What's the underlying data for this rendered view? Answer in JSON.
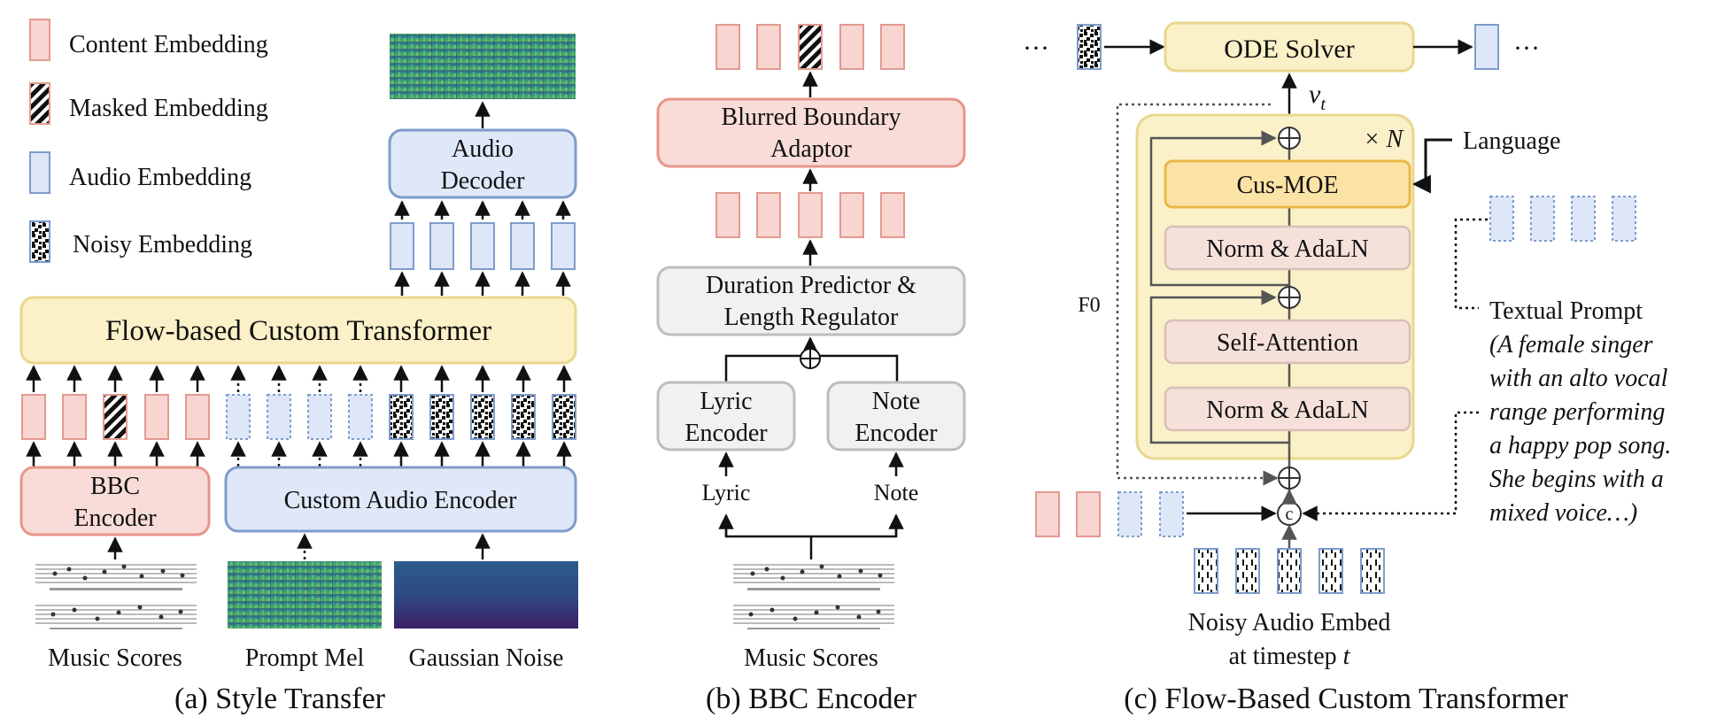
{
  "colors": {
    "content_fill": "#f8d5d0",
    "content_stroke": "#e39a90",
    "audio_fill": "#dde7f8",
    "audio_stroke": "#7e9ccc",
    "flow_fill": "#fbf1c8",
    "flow_stroke": "#e8d78f",
    "bbc_fill": "#f9dcd7",
    "bbc_stroke": "#e8958a",
    "custom_fill": "#dfe8f8",
    "custom_stroke": "#7f9bcb",
    "gray_fill": "#f1f1f1",
    "gray_stroke": "#bdbdbd",
    "moe_fill": "#fbe3a6",
    "moe_stroke": "#e8b84a",
    "norm_fill": "#f6e1da",
    "norm_stroke": "#d8bfb6"
  },
  "legend": {
    "content": "Content Embedding",
    "masked": "Masked Embedding",
    "audio": "Audio Embedding",
    "noisy": "Noisy Embedding"
  },
  "panel_a": {
    "caption": "(a) Style Transfer",
    "flow_transformer": "Flow-based Custom Transformer",
    "audio_decoder_line1": "Audio",
    "audio_decoder_line2": "Decoder",
    "bbc_line1": "BBC",
    "bbc_line2": "Encoder",
    "custom_audio_encoder": "Custom Audio Encoder",
    "input_music": "Music Scores",
    "input_prompt": "Prompt Mel",
    "input_noise": "Gaussian Noise"
  },
  "panel_b": {
    "caption": "(b) BBC Encoder",
    "adaptor_line1": "Blurred Boundary",
    "adaptor_line2": "Adaptor",
    "duration_line1": "Duration Predictor &",
    "duration_line2": "Length Regulator",
    "lyric_enc_line1": "Lyric",
    "lyric_enc_line2": "Encoder",
    "note_enc_line1": "Note",
    "note_enc_line2": "Encoder",
    "lyric_label": "Lyric",
    "note_label": "Note",
    "input_music": "Music Scores"
  },
  "panel_c": {
    "caption": "(c) Flow-Based Custom Transformer",
    "ode_solver": "ODE Solver",
    "ellipsis": "···",
    "vt_base": "v",
    "vt_sub": "t",
    "times_n": "× N",
    "language": "Language",
    "cus_moe": "Cus-MOE",
    "norm_adaln_top": "Norm & AdaLN",
    "self_attention": "Self-Attention",
    "norm_adaln_bottom": "Norm & AdaLN",
    "f0": "F0",
    "concat_symbol": "c",
    "textual_prompt": "Textual Prompt",
    "prompt_lines": [
      "(A female singer",
      "with an alto vocal",
      "range performing",
      "a happy pop song.",
      "She begins with a",
      "mixed voice…)"
    ],
    "noisy_line1": "Noisy Audio Embed",
    "noisy_line2_text": "at timestep",
    "noisy_line2_var": "t"
  }
}
